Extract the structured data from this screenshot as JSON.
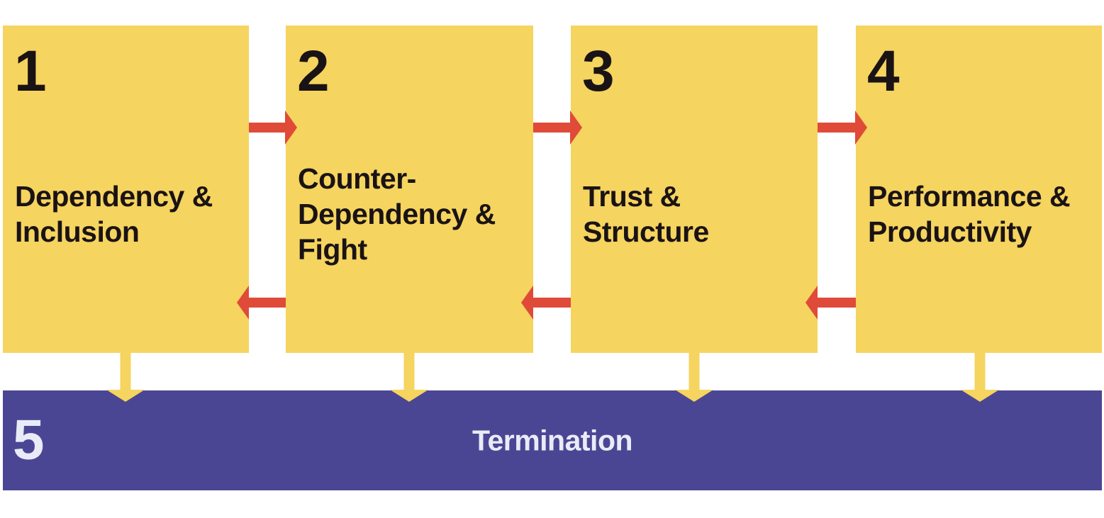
{
  "diagram": {
    "colors": {
      "yellow": "#F5D45F",
      "red": "#E04A38",
      "purple": "#4B4694",
      "dark": "#1A1315",
      "light": "#E9EBF7",
      "bg": "#FFFFFF"
    },
    "stages": [
      {
        "number": "1",
        "title": "Dependency &\nInclusion"
      },
      {
        "number": "2",
        "title": "Counter-\nDependency &\nFight"
      },
      {
        "number": "3",
        "title": "Trust &\nStructure"
      },
      {
        "number": "4",
        "title": "Performance &\nProductivity"
      }
    ],
    "final_stage": {
      "number": "5",
      "label": "Termination"
    }
  }
}
